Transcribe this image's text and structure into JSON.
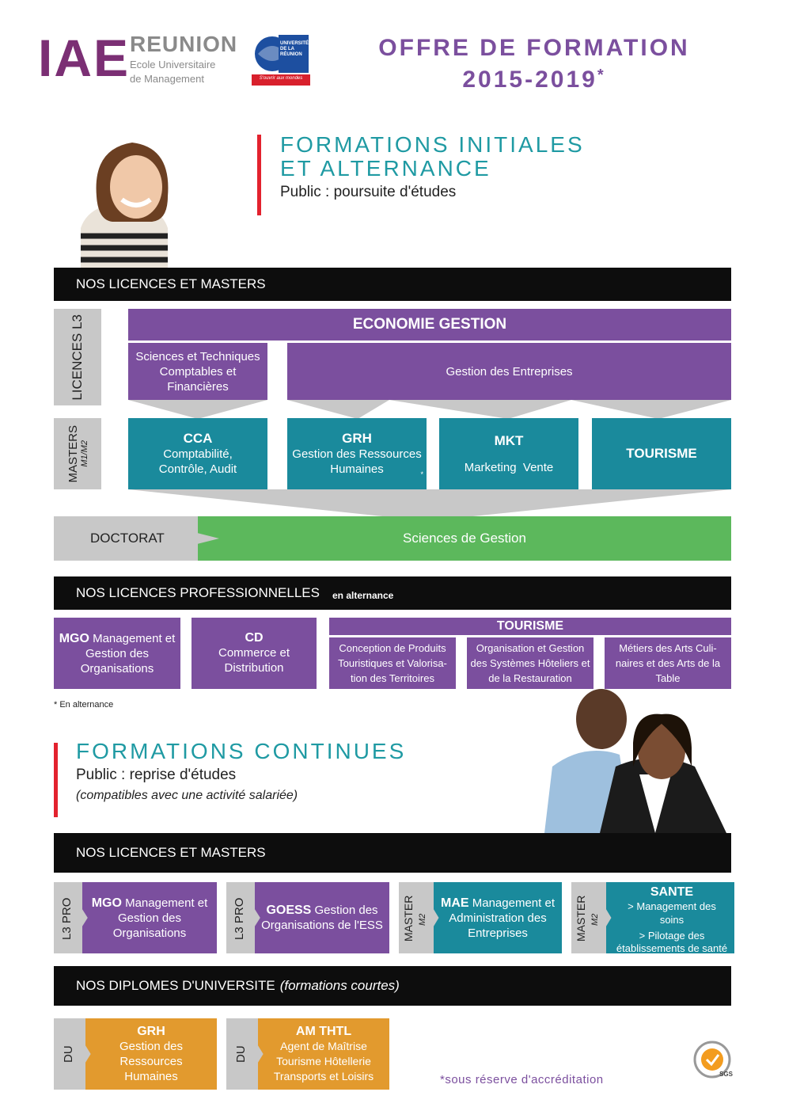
{
  "header": {
    "logo_main": "IAE",
    "logo_right": "REUNION",
    "logo_sub1": "Ecole Universitaire",
    "logo_sub2": "de Management",
    "univ_logo_text": "UNIVERSITÉ DE LA RÉUNION",
    "univ_slogan": "S'ouvrir aux mondes",
    "title_line1": "OFFRE DE FORMATION",
    "title_line2": "2015-2019",
    "title_star": "*"
  },
  "initiales": {
    "heading1": "FORMATIONS INITIALES",
    "heading2": "ET ALTERNANCE",
    "public": "Public : poursuite d'études",
    "bar_licences_masters": "NOS LICENCES ET MASTERS",
    "licences_label": "LICENCES L3",
    "masters_label": "MASTERS",
    "masters_sub": "M1/M2",
    "economie_gestion": "ECONOMIE GESTION",
    "stcf": "Sciences et Techniques Comptables et Financières",
    "gestion_entreprises": "Gestion des Entreprises",
    "masters": [
      {
        "code": "CCA",
        "desc": "Comptabilité, Contrôle, Audit"
      },
      {
        "code": "GRH",
        "desc": "Gestion des Ressources Humaines",
        "mark": "*"
      },
      {
        "code": "MKT",
        "desc": "Marketing  Vente"
      },
      {
        "code": "TOURISME",
        "desc": ""
      }
    ],
    "doctorat_label": "DOCTORAT",
    "doctorat_value": "Sciences de Gestion",
    "bar_lp": "NOS LICENCES PROFESSIONNELLES",
    "bar_lp_suffix": "en alternance",
    "lp_mgo_code": "MGO",
    "lp_mgo_desc": "Management et Gestion des Organisations",
    "lp_cd_code": "CD",
    "lp_cd_desc": "Commerce et Distribution",
    "lp_tourisme": "TOURISME",
    "lp_tourisme_items": [
      "Conception de Produits Touristiques et Valorisa-tion des Territoires",
      "Organisation et Gestion des Systèmes Hôteliers et de la Restauration",
      "Métiers des Arts Culi-naires et des Arts de la Table"
    ],
    "footnote": "* En alternance"
  },
  "continues": {
    "heading": "FORMATIONS CONTINUES",
    "public": "Public : reprise d'études",
    "compat": "(compatibles avec une activité salariée)",
    "bar_licences_masters": "NOS LICENCES ET MASTERS",
    "items": [
      {
        "tag": "L3 PRO",
        "tag_sub": "",
        "code": "MGO",
        "desc": "Management et Gestion des Organisations"
      },
      {
        "tag": "L3 PRO",
        "tag_sub": "",
        "code": "GOESS",
        "desc": "Gestion des Organisations de l'ESS"
      },
      {
        "tag": "MASTER",
        "tag_sub": "M2",
        "code": "MAE",
        "desc": "Management et Administration des Entreprises"
      },
      {
        "tag": "MASTER",
        "tag_sub": "M2",
        "code": "SANTE",
        "desc1": "> Management des soins",
        "desc2": "> Pilotage des établissements de santé"
      }
    ],
    "bar_du": "NOS DIPLOMES D'UNIVERSITE",
    "bar_du_suffix": "(formations courtes)",
    "du_items": [
      {
        "tag": "DU",
        "code": "GRH",
        "desc": "Gestion des Ressources Humaines"
      },
      {
        "tag": "DU",
        "code": "AM THTL",
        "desc": "Agent de Maîtrise Tourisme Hôtellerie Transports et Loisirs"
      }
    ],
    "reserve": "*sous réserve d'accréditation",
    "cert_label": "SGS"
  },
  "colors": {
    "purple": "#7b4f9e",
    "teal": "#1a8a9c",
    "green": "#5cb85c",
    "orange": "#e29a2e",
    "red": "#e3222e"
  }
}
